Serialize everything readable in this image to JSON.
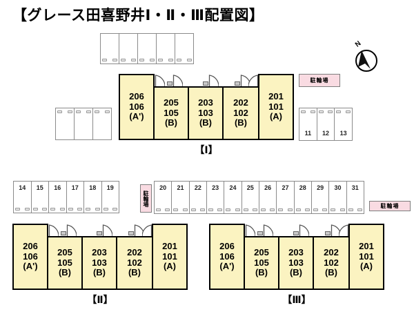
{
  "title": "【グレース田喜野井Ⅰ・Ⅱ・Ⅲ配置図】",
  "compass": {
    "north_label": "N"
  },
  "bike_parking_labels": {
    "top": "駐輪場",
    "middle_vertical": "駐輪場",
    "right": "駐輪場"
  },
  "buildings": [
    {
      "name": "I",
      "label": "【Ⅰ】",
      "rooms": [
        {
          "text": "206\n106\n(A')"
        },
        {
          "text": "205\n105\n(B)"
        },
        {
          "text": "203\n103\n(B)"
        },
        {
          "text": "202\n102\n(B)"
        },
        {
          "text": "201\n101\n(A)"
        }
      ]
    },
    {
      "name": "II",
      "label": "【Ⅱ】",
      "rooms": [
        {
          "text": "206\n106\n(A')"
        },
        {
          "text": "205\n105\n(B)"
        },
        {
          "text": "203\n103\n(B)"
        },
        {
          "text": "202\n102\n(B)"
        },
        {
          "text": "201\n101\n(A)"
        }
      ]
    },
    {
      "name": "III",
      "label": "【Ⅲ】",
      "rooms": [
        {
          "text": "206\n106\n(A')"
        },
        {
          "text": "205\n105\n(B)"
        },
        {
          "text": "203\n103\n(B)"
        },
        {
          "text": "202\n102\n(B)"
        },
        {
          "text": "201\n101\n(A)"
        }
      ]
    }
  ],
  "parking": {
    "row_top_unnumbered": {
      "stall_count": 5
    },
    "row_left_unnumbered": {
      "stall_count": 3
    },
    "row_right_of_building1": {
      "numbers": [
        "11",
        "12",
        "13"
      ]
    },
    "row_middle_left": {
      "numbers": [
        "14",
        "15",
        "16",
        "17",
        "18",
        "19"
      ]
    },
    "row_middle_right": {
      "numbers": [
        "20",
        "21",
        "22",
        "23",
        "24",
        "25",
        "26",
        "27",
        "28",
        "29",
        "30",
        "31"
      ]
    }
  },
  "colors": {
    "room_fill": "#fbf3c1",
    "bike_label_bg": "#f9dbe2",
    "wall": "#000000",
    "stall_border": "#8a8a8a"
  }
}
